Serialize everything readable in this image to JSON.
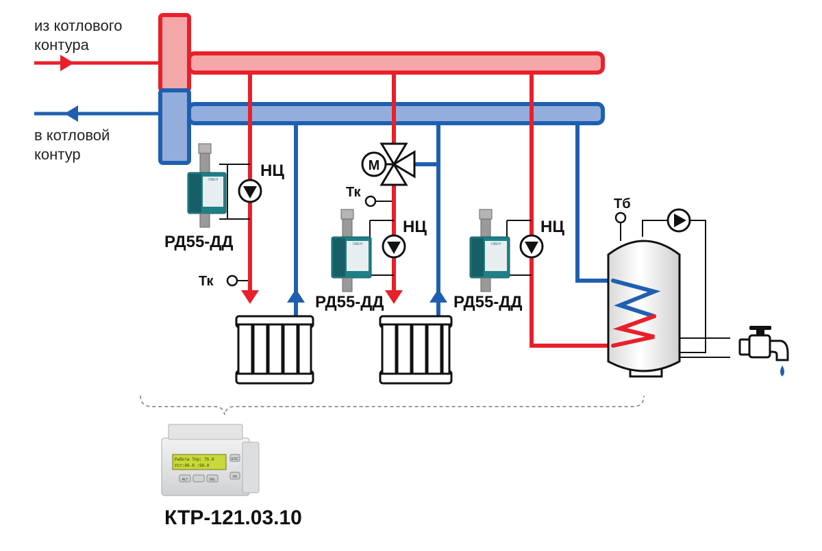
{
  "inlet_label": "из котлового\nконтура",
  "outlet_label": "в котловой\nконтур",
  "pump_label": "НЦ",
  "relay_label": "РД55-ДД",
  "boiler_temp_label": "Тк",
  "tank_temp_label": "Тб",
  "valve_motor_label": "М",
  "controller": {
    "label": "КТР-121.03.10",
    "display_line1": "Работа Тпр: 75.0",
    "display_line2": "Уст:00.0 :90.0",
    "btn_esc": "ESC",
    "btn_ok": "OK",
    "btn_alt": "ALT",
    "btn_sel": "SEL"
  },
  "relay_device_text": "ОВЕН",
  "colors": {
    "supply": "#e8202a",
    "return": "#1f5fb0",
    "supply_header_fill": "#f3a7a9",
    "return_header_fill": "#93aedc",
    "device_teal": "#1f7f87"
  }
}
